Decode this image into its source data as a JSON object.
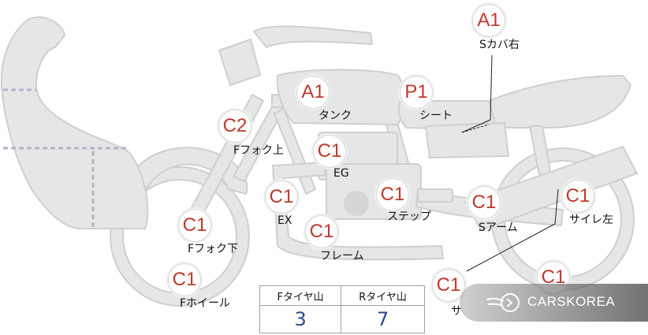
{
  "parts": {
    "s_cover_right": {
      "grade": "A1",
      "label": "Sカバ右"
    },
    "tank": {
      "grade": "A1",
      "label": "タンク"
    },
    "seat": {
      "grade": "P1",
      "label": "シート"
    },
    "f_fork_upper": {
      "grade": "C2",
      "label": "Fフォク上"
    },
    "engine": {
      "grade": "C1",
      "label": "EG"
    },
    "exhaust": {
      "grade": "C1",
      "label": "EX"
    },
    "step": {
      "grade": "C1",
      "label": "ステップ"
    },
    "s_arm": {
      "grade": "C1",
      "label": "Sアーム"
    },
    "silencer_left": {
      "grade": "C1",
      "label": "サイレ左"
    },
    "f_fork_lower": {
      "grade": "C1",
      "label": "Fフォク下"
    },
    "frame": {
      "grade": "C1",
      "label": "フレーム"
    },
    "f_wheel": {
      "grade": "C1",
      "label": "Fホイール"
    },
    "lower_right_1": {
      "grade": "C1",
      "label": "サ"
    },
    "lower_right_2": {
      "grade": "C1"
    }
  },
  "tire_table": {
    "front_header": "Fタイヤ山",
    "rear_header": "Rタイヤ山",
    "front_value": "3",
    "rear_value": "7"
  },
  "watermark": {
    "text": "CARSKOREA"
  },
  "colors": {
    "grade_text": "#c0392b",
    "tire_value": "#2a4a8c",
    "bike_fill": "#e6e6e6",
    "bike_stroke": "#cfcfcf"
  }
}
